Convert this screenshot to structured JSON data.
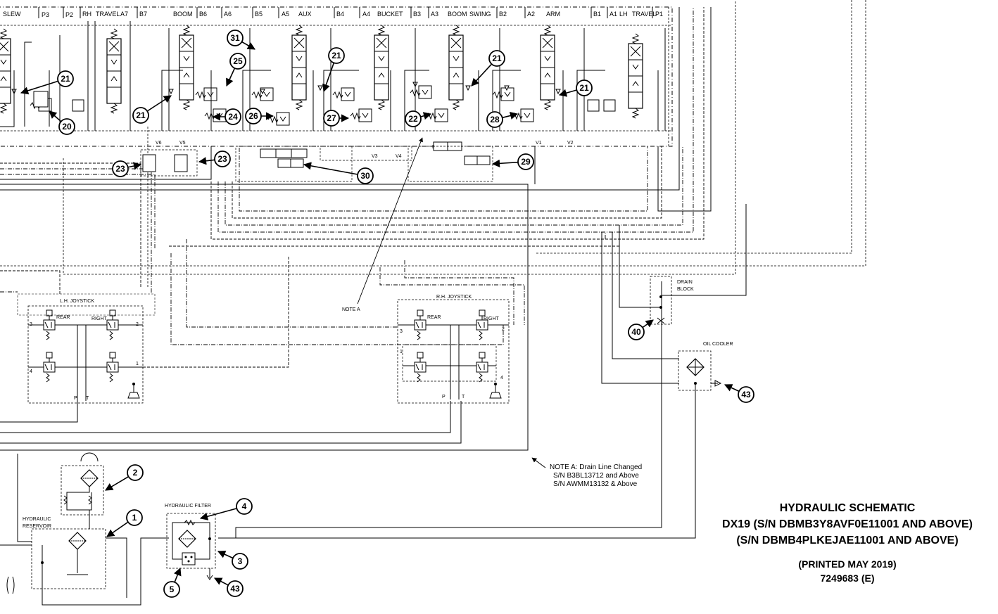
{
  "valve_bank": {
    "ports_top": [
      "SLEW",
      "P3",
      "P2",
      "RH",
      "TRAVEL",
      "A7",
      "B7",
      "BOOM",
      "B6",
      "A6",
      "B5",
      "A5",
      "AUX",
      "B4",
      "A4",
      "BUCKET",
      "B3",
      "A3",
      "BOOM",
      "SWING",
      "B2",
      "A2",
      "ARM",
      "B1",
      "A1",
      "LH",
      "TRAVEL",
      "P1"
    ],
    "ports_bottom": [
      "V6",
      "V5",
      "V3",
      "V4",
      "E2",
      "V1",
      "V2"
    ]
  },
  "labels": {
    "lh_joystick": "L.H. JOYSTICK",
    "rh_joystick": "R.H. JOYSTICK",
    "rear": "REAR",
    "right": "RIGHT",
    "p": "P",
    "t": "T",
    "port1": "1",
    "port2": "2",
    "port3": "3",
    "port4": "4",
    "note_a": "NOTE A",
    "drain_block_1": "DRAIN",
    "drain_block_2": "BLOCK",
    "oil_cooler": "OIL COOLER",
    "hydraulic_filter": "HYDRAULIC FILTER",
    "hydraulic_reservoir_1": "HYDRAULIC",
    "hydraulic_reservoir_2": "RESERVOIR"
  },
  "note_a_text": {
    "line1": "NOTE A: Drain Line Changed",
    "line2": "S/N B3BL13712 and Above",
    "line3": "S/N AWMM13132 & Above"
  },
  "callouts": [
    "31",
    "21",
    "25",
    "21",
    "21",
    "20",
    "21",
    "24",
    "26",
    "27",
    "22",
    "28",
    "21",
    "23",
    "23",
    "30",
    "29",
    "40",
    "43",
    "2",
    "1",
    "4",
    "3",
    "5",
    "43"
  ],
  "title_block": {
    "title": "HYDRAULIC SCHEMATIC",
    "model_line1": "DX19 (S/N DBMB3Y8AVF0E11001 AND ABOVE)",
    "model_line2": "(S/N DBMB4PLKEJAE11001 AND ABOVE)",
    "printed": "(PRINTED MAY 2019)",
    "doc_number": "7249683 (E)"
  }
}
